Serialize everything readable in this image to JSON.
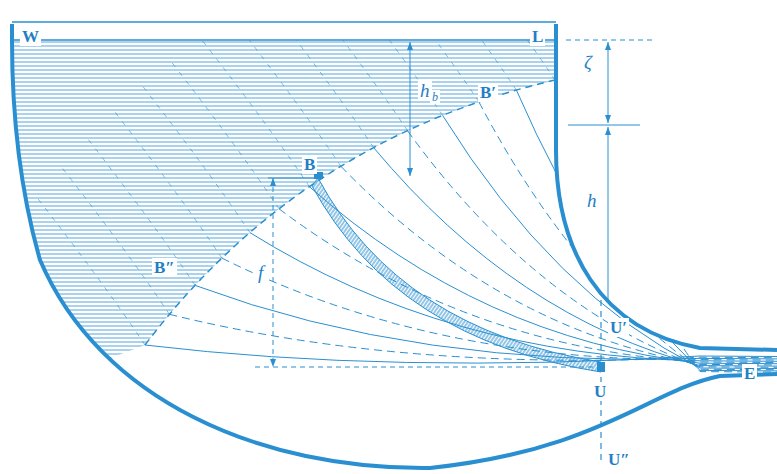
{
  "diagram": {
    "labels": [
      "W",
      "L",
      "h",
      "b",
      "ζ",
      "B′",
      "B",
      "h",
      "f",
      "B″",
      "U′",
      "U",
      "U″",
      "E"
    ]
  }
}
